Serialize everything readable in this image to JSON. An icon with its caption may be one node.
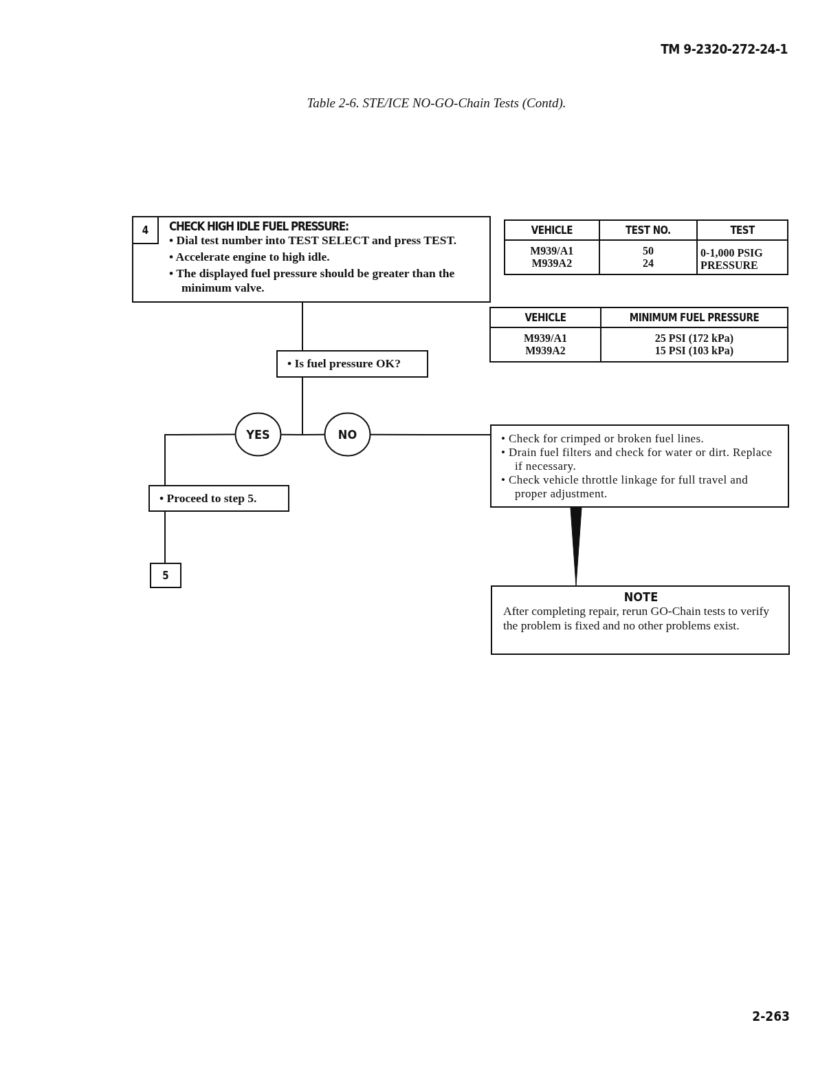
{
  "diagram": {
    "title": "Table 2-6. STE/ICE NO-GO-Chain Tests (Contd).",
    "nodes": [
      {
        "text": [
          "CHECK HIGH IDLE FUEL PRESSURE:",
          "• Dial test number into TEST SELECT and press TEST.",
          "• Accelerate engine to high idle.",
          "• The displayed fuel pressure should be greater than the minimum valve."
        ]
      },
      {
        "text": [
          "4"
        ],
        "in": 0
      },
      {
        "text": [
          "• Is fuel pressure OK?"
        ]
      },
      {
        "text": [
          "YES"
        ]
      },
      {
        "text": [
          "NO"
        ]
      },
      {
        "text": [
          "• Proceed to step 5."
        ]
      },
      {
        "text": [
          "5"
        ]
      },
      {
        "text": [
          "• Check for crimped or broken fuel lines.",
          "• Drain fuel filters and check for water or dirt. Replace if necessary.",
          "• Check vehicle throttle linkage for full travel and proper adjustment."
        ]
      },
      {
        "text": [
          "NOTE",
          "After completing repair, rerun GO-Chain tests to verify the problem is fixed and no other problems exist."
        ]
      }
    ],
    "edges": [
      {
        "from": 0,
        "to": 2,
        "arrow": "none"
      },
      {
        "from": 2,
        "to": 3,
        "arrow": "none"
      },
      {
        "from": 2,
        "to": 4,
        "arrow": "none"
      },
      {
        "from": 3,
        "to": 5,
        "arrow": "none"
      },
      {
        "from": 5,
        "to": 6,
        "arrow": "none"
      },
      {
        "from": 4,
        "to": 7,
        "arrow": "none"
      },
      {
        "from": 7,
        "to": 8,
        "arrow": "none",
        "style": "thick"
      }
    ],
    "labels": [
      "TM 9-2320-272-24-1",
      "VEHICLE",
      "TEST NO.",
      "TEST",
      "M939/A1",
      "50",
      "0-1,000 PSIG PRESSURE",
      "M939A2",
      "24",
      "VEHICLE",
      "MINIMUM FUEL PRESSURE",
      "M939/A1",
      "25 PSI (172 kPa)",
      "M939A2",
      "15 PSI (103 kPa)",
      "2-263"
    ]
  }
}
